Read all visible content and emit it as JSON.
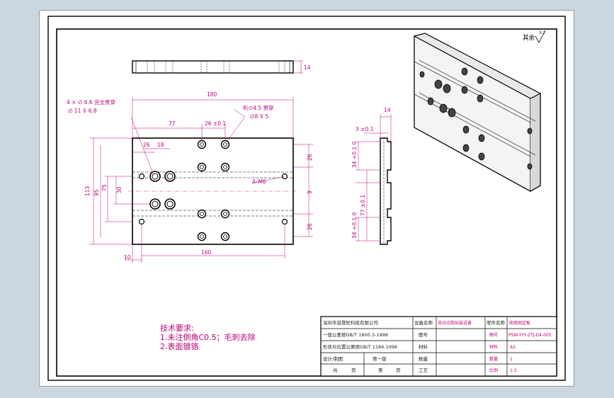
{
  "drawing": {
    "surface_symbol": "其余",
    "surface_value": "3.2",
    "top_view_dims": {
      "thickness": "14"
    },
    "front_view_dims": {
      "overall_width": "180",
      "hole_note_1a": "4 × ∅ 6.6 完全贯穿",
      "hole_note_1b": "∅ 11 ⊽ 6.8",
      "hole_note_2a": "8(∅4.5 贯穿",
      "hole_note_2b": "∅8 ⊽ 5",
      "d77": "77",
      "d26": "26 ±0.1",
      "d26b": "26",
      "d18": "18",
      "d113": "113",
      "d95": "95",
      "d75": "75",
      "d30": "30",
      "d4m6": "4–M6",
      "d10": "10",
      "d160": "160",
      "d26r1": "26",
      "d26r2": "26",
      "d9": "9",
      "d26r3": "26"
    },
    "side_view_dims": {
      "d14": "14",
      "d3": "3 ±0.1",
      "d34a": "34 +0.1 0",
      "d77": "77 ±0.1",
      "d34b": "34 +0.1 0"
    },
    "requirements": {
      "title": "技术要求:",
      "line1": "1.未注倒角C0.5；毛刺去除",
      "line2": "2.表面镀铬"
    },
    "title_block": {
      "company": "深圳市普晟旺科技有限公司",
      "c1_label": "设备名称",
      "c1_value": "自动点胶贴装设备",
      "c2_label": "零件名称",
      "c2_value": "底座固定板",
      "r2_left": "一般公差按GB/T 1800.3-1998",
      "r2_mid": "图号",
      "r2_c": "图号",
      "r2_value": "PSW-YYY-ZTJ-D4-005",
      "r3_left": "形状与位置公差按GB/T 1184-1996",
      "r3_mid": "材料",
      "r3_c": "材料",
      "r3_value": "A3",
      "r4_left1": "设计/制图",
      "r4_left2": "第一版",
      "r4_mid": "数量",
      "r4_c": "数量",
      "r4_value": "1",
      "r5_a": "共",
      "r5_b": "页",
      "r5_c": "第",
      "r5_d": "页",
      "r5_e": "工艺",
      "r5_f": "比例",
      "r5_value": "1:2"
    }
  }
}
